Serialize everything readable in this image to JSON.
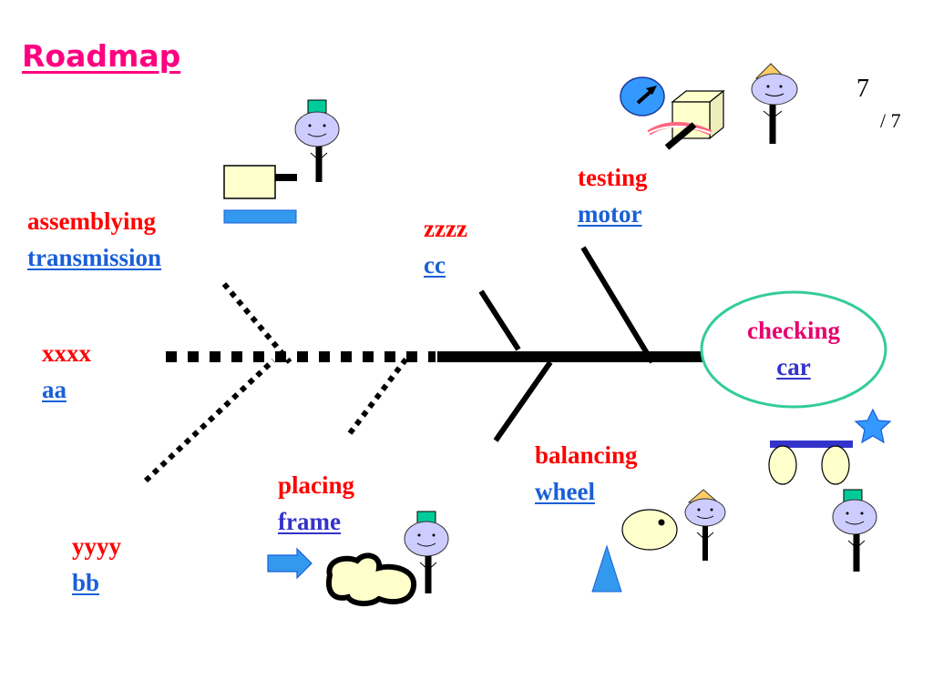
{
  "slide": {
    "title": "Roadmap",
    "page_number": "7",
    "page_total": "/ 7"
  },
  "colors": {
    "title": "#ff0080",
    "verb": "#ff0000",
    "center_verb": "#e8006e",
    "noun": "#1a5fd8",
    "noun_dark": "#3333cc",
    "ellipse_border": "#33cc99",
    "spine": "#000000",
    "box_fill": "#ffffcc",
    "blue_bar": "#3399ee",
    "face_fill": "#ccccff",
    "green_hat": "#00cc99",
    "orange_hat": "#ffcc66",
    "bar_dark_blue": "#3333cc",
    "star": "#3399ff"
  },
  "steps": {
    "assembling": {
      "verb": "assemblying",
      "noun": "transmission"
    },
    "zzzz": {
      "verb": "zzzz",
      "noun": "cc"
    },
    "testing": {
      "verb": "testing",
      "noun": "motor"
    },
    "xxxx": {
      "verb": "xxxx",
      "noun": "aa"
    },
    "checking": {
      "verb": "checking",
      "noun": "car"
    },
    "balancing": {
      "verb": "balancing",
      "noun": "wheel"
    },
    "placing": {
      "verb": "placing",
      "noun": "frame"
    },
    "yyyy": {
      "verb": "yyyy",
      "noun": "bb"
    }
  }
}
